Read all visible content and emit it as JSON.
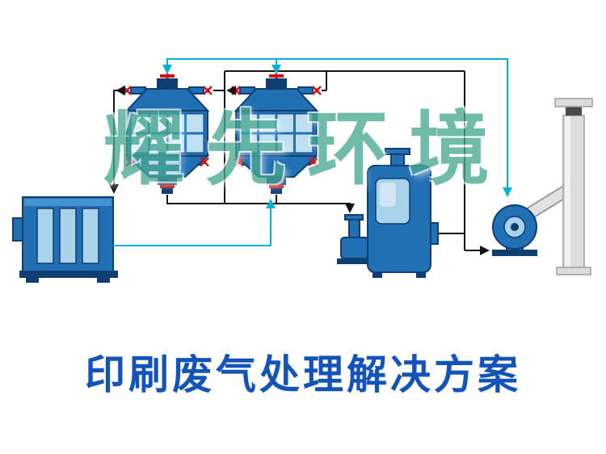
{
  "watermark": {
    "text": "耀先环境"
  },
  "title": {
    "text": "印刷废气处理解决方案"
  },
  "colors": {
    "equipment_blue": "#2170b4",
    "equipment_blue_dark": "#0e3e72",
    "equipment_blue_mid": "#4793cf",
    "equipment_blue_light": "#a9d3ea",
    "grid_cell": "#bfe0f2",
    "valve_red": "#cf1418",
    "arrow_black": "#141414",
    "arrow_cyan": "#00b3d6",
    "watermark_teal": "#49a893",
    "title_blue": "#1454b8",
    "chimney_gray": "#dcdcdc"
  },
  "equipment": [
    {
      "icon": "uv-photolysis-unit"
    },
    {
      "icon": "adsorption-tower-1"
    },
    {
      "icon": "adsorption-tower-2"
    },
    {
      "icon": "spray-tower-vessel"
    },
    {
      "icon": "circulation-pump"
    },
    {
      "icon": "centrifugal-fan"
    },
    {
      "icon": "exhaust-chimney"
    }
  ]
}
